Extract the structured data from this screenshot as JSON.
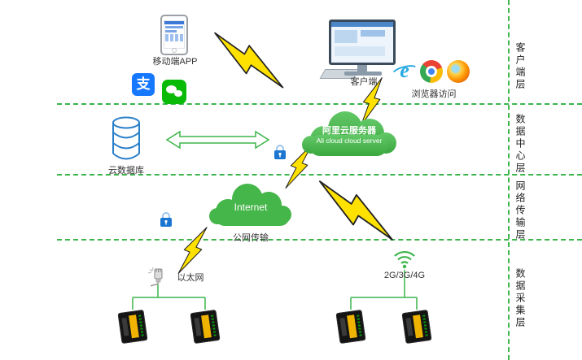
{
  "colors": {
    "green": "#3cb54a",
    "cloud_green": "#45b649",
    "bolt_yellow": "#ffe100",
    "lock_blue": "#1b76d2",
    "database_blue": "#2a7fc9",
    "wechat_green": "#09bb07",
    "alipay_blue": "#1678ff"
  },
  "nodes": {
    "mobile_app": {
      "label": "移动端APP"
    },
    "alipay": {
      "glyph": "支"
    },
    "browsers": {
      "label": "浏览器访问",
      "ie_glyph": "e"
    },
    "client": {
      "label": "客户端"
    },
    "cloud_db": {
      "label": "云数据库"
    },
    "ali_cloud": {
      "label_cn": "阿里云服务器",
      "label_en": "Ali cloud cloud server"
    },
    "internet": {
      "label": "Internet",
      "sublabel": "公网传输"
    },
    "ethernet": {
      "label": "以太网"
    },
    "cellular": {
      "label": "2G/3G/4G"
    }
  },
  "layers": [
    {
      "label": "客户端层"
    },
    {
      "label": "数据中心层"
    },
    {
      "label": "网络传输层"
    },
    {
      "label": "数据采集层"
    }
  ],
  "icons": {
    "smartphone-icon": "mobile phone",
    "alipay-icon": "Alipay app",
    "wechat-icon": "WeChat app",
    "monitor-icon": "desktop computer",
    "ie-icon": "Internet Explorer browser",
    "chrome-icon": "Chrome browser",
    "firefox-icon": "Firefox browser",
    "database-icon": "cloud database cylinders",
    "cloud-icon": "cloud shape",
    "lock-icon": "padlock (secure link)",
    "lightning-icon": "lightning bolt link",
    "wifi-icon": "wireless signal",
    "ethernet-plug-icon": "ethernet connector",
    "device-icon": "data acquisition device"
  }
}
